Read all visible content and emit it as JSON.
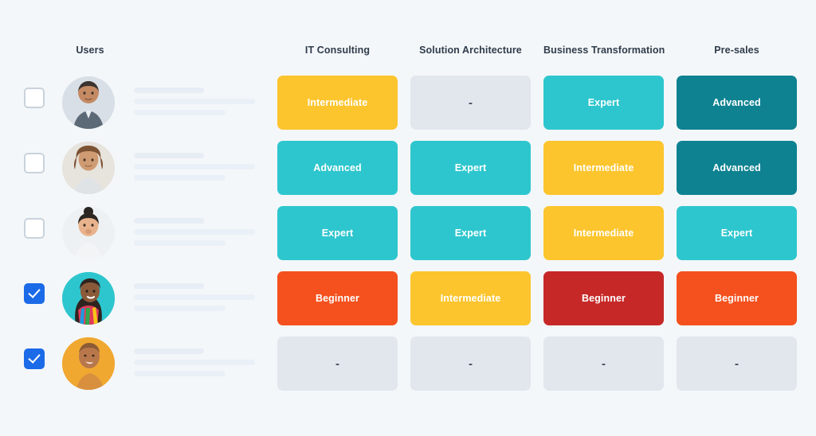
{
  "header": {
    "users_label": "Users",
    "skill_columns": [
      "IT Consulting",
      "Solution Architecture",
      "Business Transformation",
      "Pre-sales"
    ]
  },
  "legend_colors": {
    "expert": "#2ec6ce",
    "advanced_dark": "#0e8291",
    "advanced_light": "#2ec6ce",
    "intermediate": "#fcc52e",
    "beginner": "#f4511e",
    "beginner_dark": "#c62828",
    "empty": "#e2e7ee",
    "checkbox_checked": "#1b6ae8",
    "background": "#f4f7f9"
  },
  "empty_value": "-",
  "rows": [
    {
      "selected": false,
      "avatar": "avatar-man-short-hair",
      "avatar_bg": "#d8dfe6",
      "cells": [
        {
          "label": "Intermediate",
          "color": "#fcc52e",
          "empty": false
        },
        {
          "label": "-",
          "color": "#e2e7ee",
          "empty": true
        },
        {
          "label": "Expert",
          "color": "#2ec6ce",
          "empty": false
        },
        {
          "label": "Advanced",
          "color": "#0e8291",
          "empty": false
        }
      ]
    },
    {
      "selected": false,
      "avatar": "avatar-person-curly-hair",
      "avatar_bg": "#e7e3dd",
      "cells": [
        {
          "label": "Advanced",
          "color": "#2ec6ce",
          "empty": false
        },
        {
          "label": "Expert",
          "color": "#2ec6ce",
          "empty": false
        },
        {
          "label": "Intermediate",
          "color": "#fcc52e",
          "empty": false
        },
        {
          "label": "Advanced",
          "color": "#0e8291",
          "empty": false
        }
      ]
    },
    {
      "selected": false,
      "avatar": "avatar-woman-bun",
      "avatar_bg": "#eef1f3",
      "cells": [
        {
          "label": "Expert",
          "color": "#2ec6ce",
          "empty": false
        },
        {
          "label": "Expert",
          "color": "#2ec6ce",
          "empty": false
        },
        {
          "label": "Intermediate",
          "color": "#fcc52e",
          "empty": false
        },
        {
          "label": "Expert",
          "color": "#2ec6ce",
          "empty": false
        }
      ]
    },
    {
      "selected": true,
      "avatar": "avatar-woman-long-hair",
      "avatar_bg": "#2ec6ce",
      "cells": [
        {
          "label": "Beginner",
          "color": "#f4511e",
          "empty": false
        },
        {
          "label": "Intermediate",
          "color": "#fcc52e",
          "empty": false
        },
        {
          "label": "Beginner",
          "color": "#c62828",
          "empty": false
        },
        {
          "label": "Beginner",
          "color": "#f4511e",
          "empty": false
        }
      ]
    },
    {
      "selected": true,
      "avatar": "avatar-woman-shaved-head",
      "avatar_bg": "#f0a830",
      "cells": [
        {
          "label": "-",
          "color": "#e2e7ee",
          "empty": true
        },
        {
          "label": "-",
          "color": "#e2e7ee",
          "empty": true
        },
        {
          "label": "-",
          "color": "#e2e7ee",
          "empty": true
        },
        {
          "label": "-",
          "color": "#e2e7ee",
          "empty": true
        }
      ]
    }
  ]
}
